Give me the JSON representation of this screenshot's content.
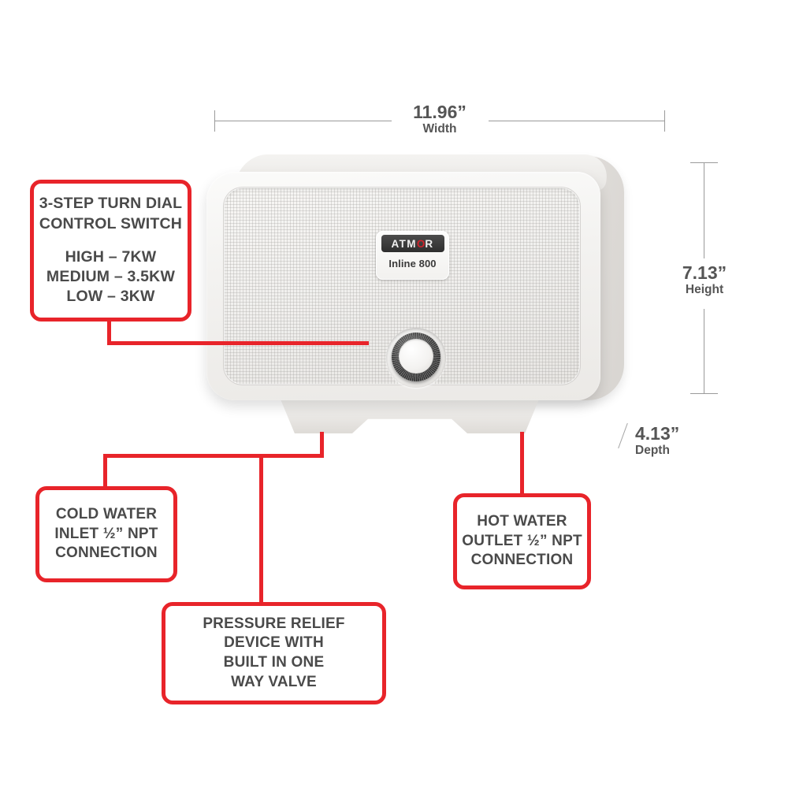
{
  "product": {
    "brand": "ATM",
    "brand_o": "O",
    "brand_end": "R",
    "model": "Inline 800"
  },
  "dimensions": {
    "width": {
      "value": "11.96”",
      "caption": "Width"
    },
    "height": {
      "value": "7.13”",
      "caption": "Height"
    },
    "depth": {
      "value": "4.13”",
      "caption": "Depth"
    }
  },
  "callouts": {
    "dial": {
      "line1": "3-STEP TURN DIAL",
      "line2": "CONTROL SWITCH",
      "line3": "HIGH – 7KW",
      "line4": "MEDIUM – 3.5KW",
      "line5": "LOW – 3KW"
    },
    "cold_water": {
      "line1": "COLD WATER",
      "line2": "INLET ½” NPT",
      "line3": "CONNECTION"
    },
    "pressure_relief": {
      "line1": "PRESSURE RELIEF",
      "line2": "DEVICE WITH",
      "line3": "BUILT IN ONE",
      "line4": "WAY VALVE"
    },
    "hot_water": {
      "line1": "HOT WATER",
      "line2": "OUTLET ½” NPT",
      "line3": "CONNECTION"
    }
  },
  "colors": {
    "callout_border": "#e8242a",
    "leader_line": "#e8242a",
    "text": "#4a4a4a",
    "dimension_line": "#9a9a9a",
    "logo_accent": "#d0232b"
  }
}
